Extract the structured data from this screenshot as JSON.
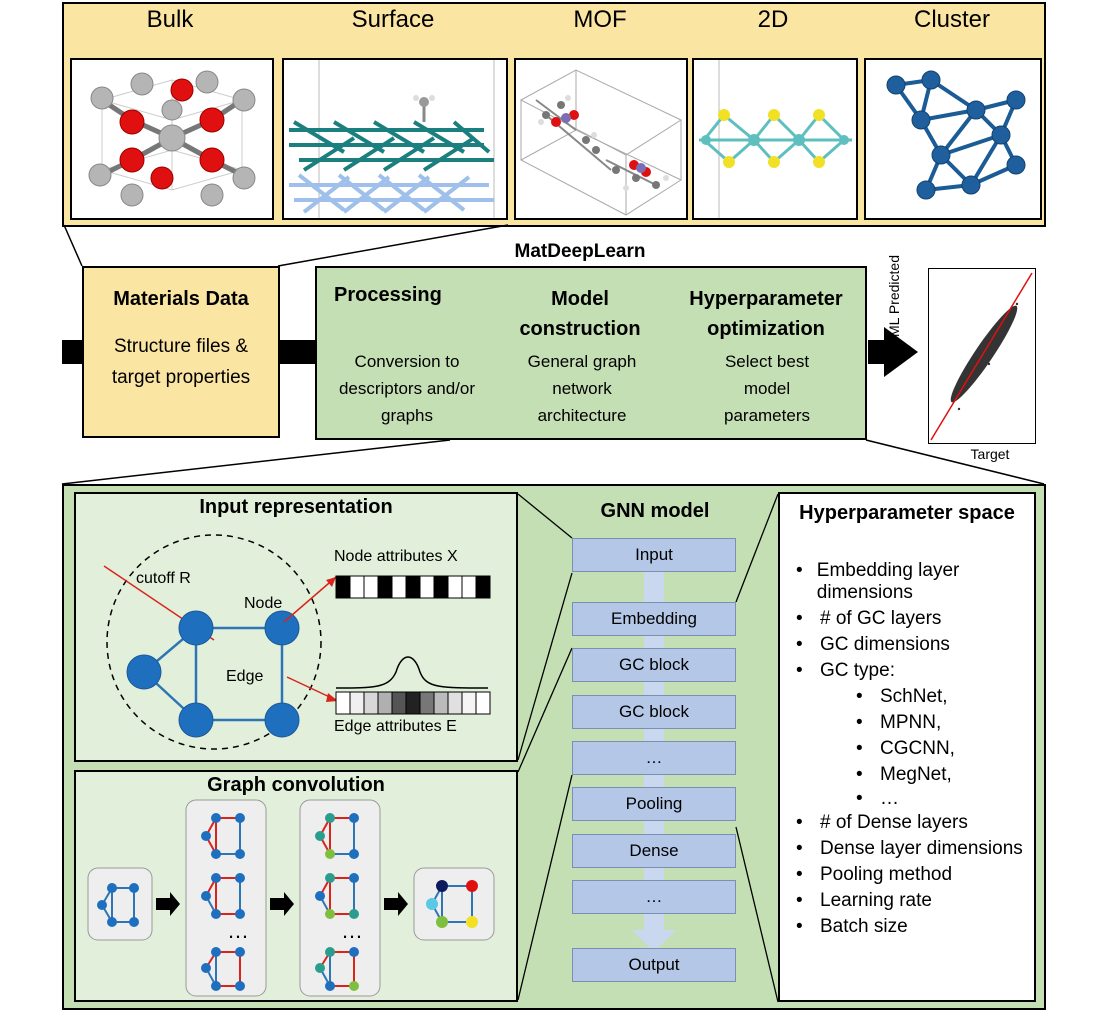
{
  "materials": [
    {
      "label": "Bulk"
    },
    {
      "label": "Surface"
    },
    {
      "label": "MOF"
    },
    {
      "label": "2D"
    },
    {
      "label": "Cluster"
    }
  ],
  "header": {
    "title": "MatDeepLearn"
  },
  "materials_data": {
    "title": "Materials Data",
    "desc": "Structure files & target properties"
  },
  "pipeline": [
    {
      "title": "Processing",
      "desc": "Conversion to descriptors and/or graphs"
    },
    {
      "title": "Model construction",
      "desc": "General graph network architecture"
    },
    {
      "title": "Hyperparameter optimization",
      "desc": "Select best model parameters"
    }
  ],
  "parity_plot": {
    "ylabel": "ML Predicted",
    "xlabel": "Target"
  },
  "input_rep": {
    "title": "Input representation",
    "cutoff": "cutoff R",
    "node": "Node",
    "edge": "Edge",
    "node_attr": "Node attributes X",
    "edge_attr": "Edge attributes E"
  },
  "graph_conv": {
    "title": "Graph convolution",
    "dots": "…"
  },
  "gnn": {
    "title": "GNN model",
    "layers": [
      "Input",
      "Embedding",
      "GC block",
      "GC block",
      "…",
      "Pooling",
      "Dense",
      "…",
      "Output"
    ]
  },
  "hyper": {
    "title": "Hyperparameter space",
    "items": [
      "Embedding layer dimensions",
      "# of GC layers",
      "GC dimensions",
      "GC type:"
    ],
    "gc_types": [
      "SchNet,",
      "MPNN,",
      "CGCNN,",
      "MegNet,",
      "…"
    ],
    "items2": [
      "# of Dense layers",
      "Dense layer dimensions",
      "Pooling method",
      "Learning rate",
      "Batch size"
    ]
  },
  "colors": {
    "yellow": "#fbe5a3",
    "green": "#c5dfb4",
    "green_light": "#e2efda",
    "layer_blue": "#b4c7e7",
    "node_blue": "#1f6fbf",
    "edge_red": "#d9241c"
  }
}
